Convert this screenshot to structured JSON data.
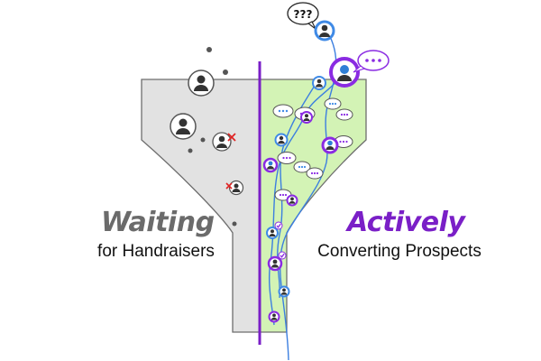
{
  "labels": {
    "left_title": "Waiting",
    "left_subtitle": "for Handraisers",
    "right_title": "Actively",
    "right_subtitle": "Converting Prospects"
  },
  "question_bubble": "???",
  "colors": {
    "left_fill": "#e2e2e2",
    "right_fill": "#d3f3b5",
    "divider": "#7a1fc7",
    "left_title": "#6b6b6b",
    "right_title": "#7a1fc7",
    "path_blue": "#3c7fe0",
    "ring_blue": "#3f8ae6",
    "ring_purple": "#8a2be2",
    "reject_mark": "#e02424",
    "check_mark": "#8a2be2"
  },
  "icons": {
    "person": "person-avatar-icon",
    "chat": "chat-bubble-icon",
    "reject": "x-mark-icon",
    "check": "checkmark-icon"
  }
}
